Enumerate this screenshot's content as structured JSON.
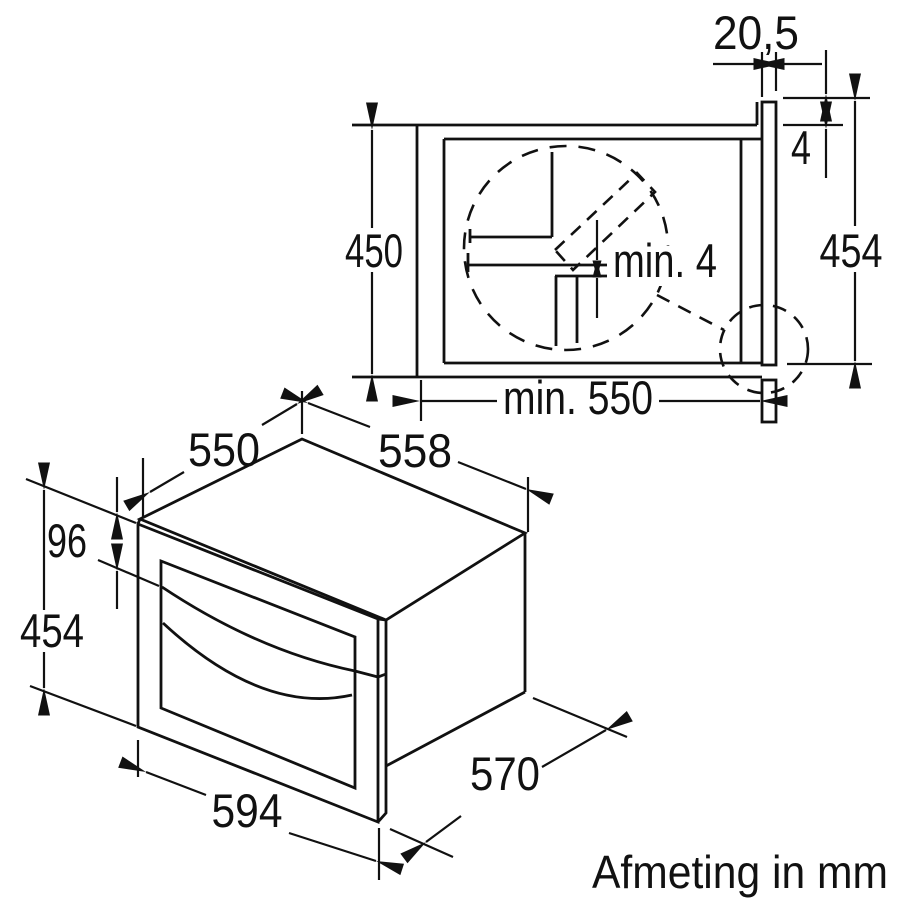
{
  "page": {
    "background_color": "#ffffff",
    "line_color": "#111111",
    "caption": "Afmeting in mm"
  },
  "niche_view": {
    "description": "niche installation cross-section",
    "labels": {
      "frame_overhang_width": "20,5",
      "top_overlap": "4",
      "appliance_front_height": "454",
      "niche_height": "450",
      "rear_clearance": "min. 4",
      "niche_depth": "min. 550"
    }
  },
  "oven_view": {
    "description": "oven isometric view",
    "labels": {
      "top_depth": "550",
      "body_width": "558",
      "control_panel_height": "96",
      "front_height": "454",
      "front_width": "594",
      "body_depth": "570"
    }
  }
}
